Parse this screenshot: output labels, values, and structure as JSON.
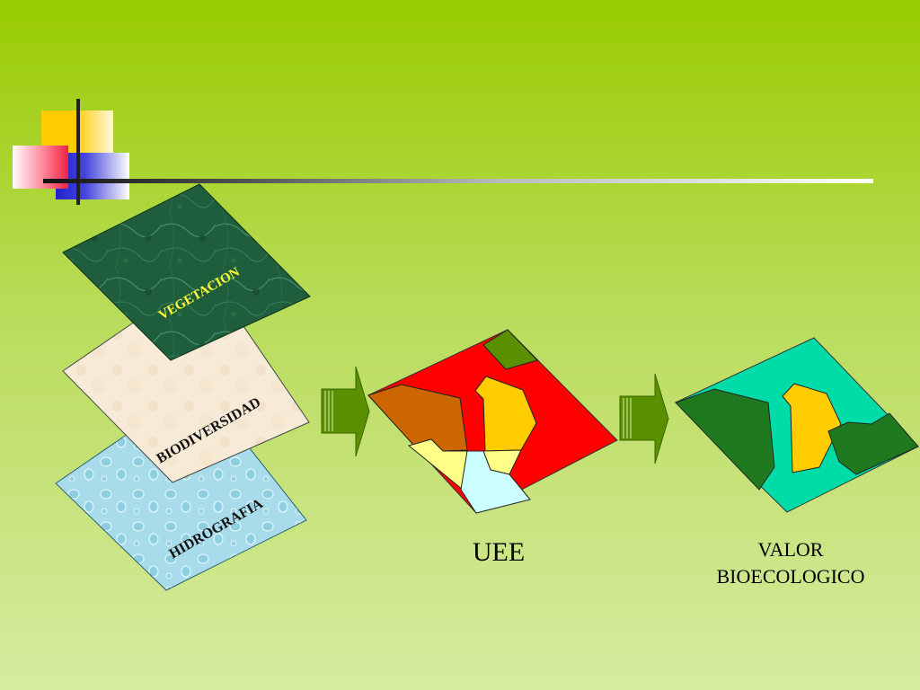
{
  "layers": [
    {
      "id": "vegetacion",
      "label": "VEGETACION",
      "text_color": "#ffff33",
      "fill": "#1f5e3c"
    },
    {
      "id": "biodiversidad",
      "label": "BIODIVERSIDAD",
      "text_color": "#111111",
      "fill": "#f7ebd8"
    },
    {
      "id": "hidrografia",
      "label": "HIDROGRAFIA",
      "text_color": "#111111",
      "fill": "#a9dcea"
    }
  ],
  "result_maps": [
    {
      "id": "uee",
      "label": "UEE"
    },
    {
      "id": "valor",
      "label_lines": [
        "VALOR",
        "BIOECOLOGICO"
      ]
    }
  ],
  "colors": {
    "arrow": "#5a9000",
    "uee_background": "#ff0000",
    "valor_background": "#00dca8",
    "orange": "#cc6600",
    "yellow": "#ffcc00",
    "light_yellow": "#ffff88",
    "light_cyan": "#ccffff",
    "dark_green": "#1f7a1f",
    "olive_green": "#5a9000"
  }
}
